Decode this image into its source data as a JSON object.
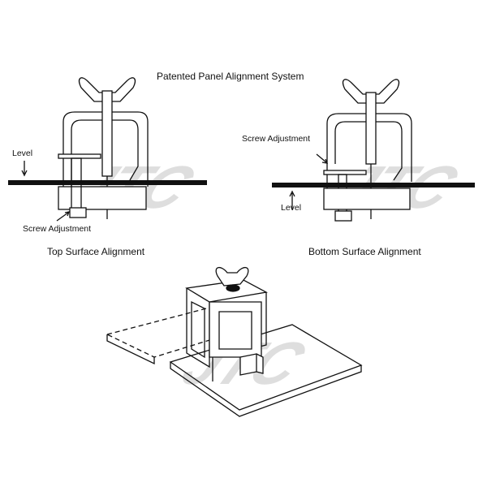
{
  "title": "Patented Panel Alignment System",
  "watermark": "JTC",
  "top_surface": {
    "caption": "Top Surface Alignment",
    "level_label": "Level",
    "screw_label": "Screw Adjustment"
  },
  "bottom_surface": {
    "caption": "Bottom Surface Alignment",
    "level_label": "Level",
    "screw_label": "Screw Adjustment"
  }
}
